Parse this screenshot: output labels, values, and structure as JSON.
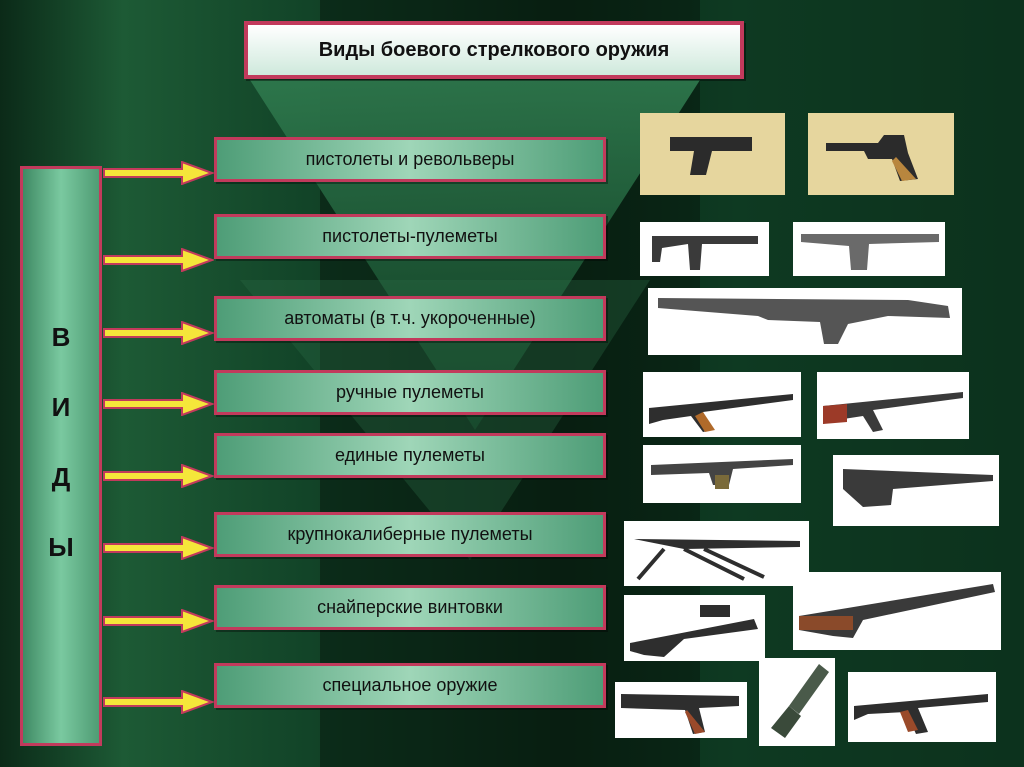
{
  "title": "Виды боевого стрелкового оружия",
  "side_label": [
    "В",
    "И",
    "Д",
    "Ы"
  ],
  "categories": [
    {
      "label": "пистолеты и револьверы"
    },
    {
      "label": "пистолеты-пулеметы"
    },
    {
      "label": "автоматы (в т.ч. укороченные)"
    },
    {
      "label": "ручные пулеметы"
    },
    {
      "label": "единые пулеметы"
    },
    {
      "label": "крупнокалиберные пулеметы"
    },
    {
      "label": "снайперские винтовки"
    },
    {
      "label": "специальное оружие"
    }
  ],
  "colors": {
    "border": "#c23a5c",
    "arrow_fill": "#f5e63a",
    "box_fill": "#7ac9a0",
    "background": "#124428"
  }
}
